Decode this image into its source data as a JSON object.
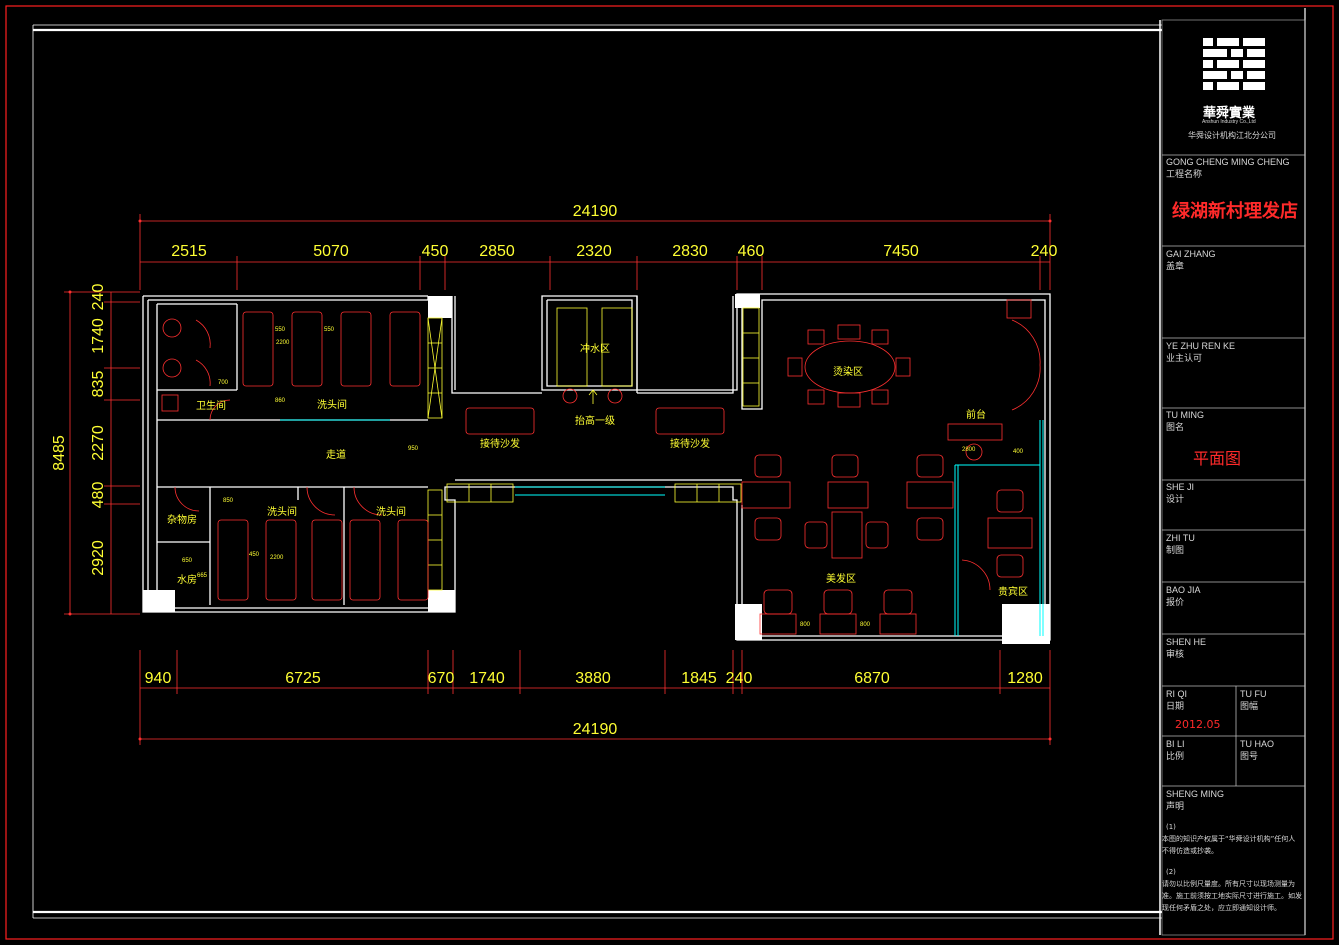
{
  "drawing": {
    "dimensions_top": {
      "overall": "24190",
      "segments": [
        "2515",
        "5070",
        "450",
        "2850",
        "2320",
        "2830",
        "460",
        "7450",
        "240"
      ]
    },
    "dimensions_bottom": {
      "overall": "24190",
      "segments": [
        "940",
        "6725",
        "670",
        "1740",
        "3880",
        "1845",
        "240",
        "6870",
        "1280"
      ]
    },
    "dimensions_left": {
      "overall": "8485",
      "segments": [
        "240",
        "1740",
        "835",
        "2270",
        "480",
        "2920"
      ]
    },
    "rooms": {
      "toilet": "卫生间",
      "wash_room_top": "洗头间",
      "rinse_area": "冲水区",
      "perm_area": "烫染区",
      "corridor": "走道",
      "raised_step": "抬高一级",
      "sofa_left": "接待沙发",
      "sofa_right": "接待沙发",
      "storage": "杂物房",
      "wash_room_bottom_1": "洗头间",
      "wash_room_bottom_2": "洗头间",
      "water_room": "水房",
      "front_desk": "前台",
      "styling_area": "美发区",
      "vip_area": "贵宾区"
    },
    "small_dims": {
      "d550a": "550",
      "d550b": "550",
      "d2200a": "2200",
      "d700": "700",
      "d860": "860",
      "d2200b": "2200",
      "d450": "450",
      "d950": "950",
      "d800a": "800",
      "d800b": "800",
      "d280": "2800",
      "d400": "400",
      "d650": "650",
      "d665": "665",
      "d850": "850"
    }
  },
  "title_block": {
    "company_name": "華舜實業",
    "company_en": "Anshun Industry Co.,Ltd",
    "company_branch": "华舜设计机构江北分公司",
    "project_label_pinyin": "GONG CHENG MING CHENG",
    "project_label": "工程名称",
    "project_name": "绿湖新村理发店",
    "seal_label_pinyin": "GAI ZHANG",
    "seal_label": "盖章",
    "owner_label_pinyin": "YE ZHU REN KE",
    "owner_label": "业主认可",
    "drawing_name_label_pinyin": "TU MING",
    "drawing_name_label": "图名",
    "drawing_name": "平面图",
    "design_label_pinyin": "SHE JI",
    "design_label": "设计",
    "draw_label_pinyin": "ZHI TU",
    "draw_label": "制图",
    "price_label_pinyin": "BAO JIA",
    "price_label": "报价",
    "review_label_pinyin": "SHEN HE",
    "review_label": "审核",
    "date_label_pinyin": "RI QI",
    "date_label": "日期",
    "date_value": "2012.05",
    "sheet_label_pinyin": "TU FU",
    "sheet_label": "图幅",
    "scale_label_pinyin": "BI LI",
    "scale_label": "比例",
    "number_label_pinyin": "TU HAO",
    "number_label": "图号",
    "statement_label_pinyin": "SHENG MING",
    "statement_label": "声明",
    "note1_index": "(1)",
    "note1": "本图的知识产权属于“华舜设计机构”任何人不得仿造或抄袭。",
    "note2_index": "(2)",
    "note2": "请勿以比例尺量度。所有尺寸以现场测量为准。施工前须按工地实际尺寸进行施工。如发现任何矛盾之处，应立即通知设计师。"
  },
  "colors": {
    "dimension": "#ff3030",
    "dim_text": "#ffff33",
    "wall": "#ffffff",
    "room_text": "#ffff33",
    "furniture": "#ff3030",
    "fixture": "#ffff33",
    "glass": "#00ffff",
    "frame": "#ff2020"
  }
}
